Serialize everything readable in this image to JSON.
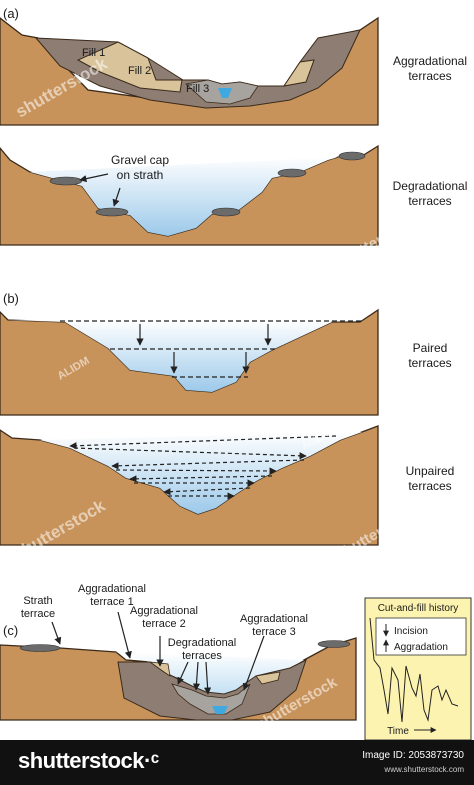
{
  "panels": {
    "a": {
      "label": "(a)",
      "fills": [
        "Fill 1",
        "Fill 2",
        "Fill 3"
      ],
      "terrace_top": "Aggradational",
      "terrace_top_2": "terraces",
      "gravel_1": "Gravel cap",
      "gravel_2": "on strath",
      "terrace_bottom": "Degradational",
      "terrace_bottom_2": "terraces"
    },
    "b": {
      "label": "(b)",
      "paired_1": "Paired",
      "paired_2": "terraces",
      "unpaired_1": "Unpaired",
      "unpaired_2": "terraces"
    },
    "c": {
      "label": "(c)",
      "strath_1": "Strath",
      "strath_2": "terrace",
      "agg1_1": "Aggradational",
      "agg1_2": "terrace 1",
      "agg2_1": "Aggradational",
      "agg2_2": "terrace 2",
      "deg_1": "Degradational",
      "deg_2": "terraces",
      "agg3_1": "Aggradational",
      "agg3_2": "terrace 3",
      "history": {
        "title": "Cut-and-fill history",
        "incision": "Incision",
        "aggradation": "Aggradation",
        "time": "Time",
        "background": "#fdf3b0"
      }
    }
  },
  "watermarks": {
    "text": "shutterstock",
    "short": "ALIDM"
  },
  "footer": {
    "brand": "shutterstock",
    "brand_mark": "·ᶜ",
    "image_id": "Image ID: 2053873730",
    "url": "www.shutterstock.com"
  },
  "colors": {
    "earth": "#c8935a",
    "fill_dark": "#8e7d72",
    "fill_light": "#d8c39a",
    "water_top": "#ffffff",
    "water_bottom": "#9cc9ea",
    "river": "#3fa9e0",
    "gravel": "#6b6b6b"
  }
}
